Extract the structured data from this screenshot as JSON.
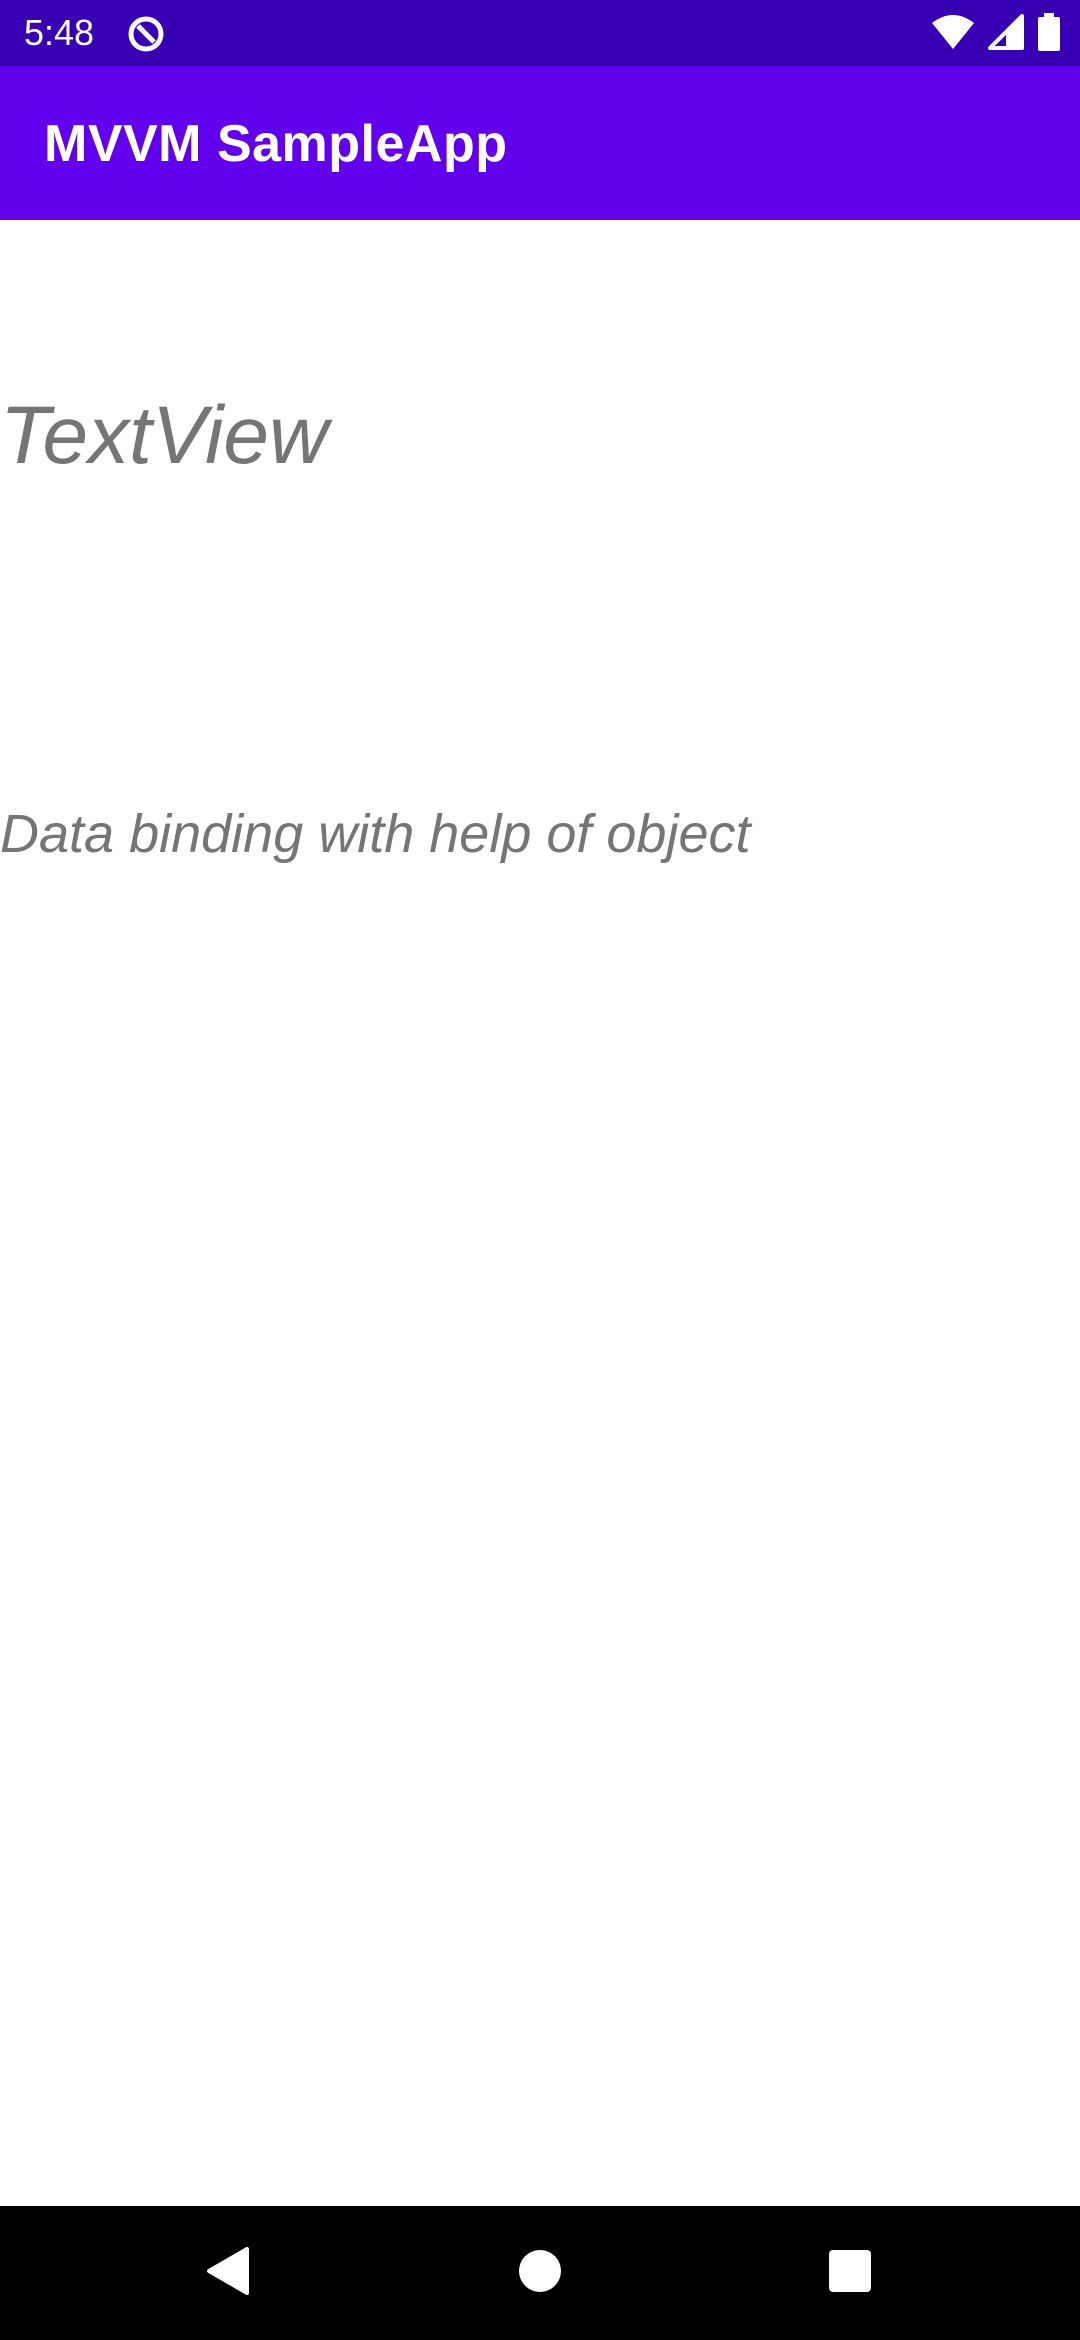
{
  "status_bar": {
    "time": "5:48",
    "background_color": "#3700B3",
    "icons": [
      "app-notification-icon",
      "wifi-icon",
      "signal-icon",
      "battery-icon"
    ]
  },
  "app_bar": {
    "title": "MVVM SampleApp",
    "background_color": "#6200EE"
  },
  "main": {
    "text_view": "TextView",
    "binding_text": "Data binding with help of object",
    "text_color": "#757575"
  },
  "navigation_bar": {
    "buttons": [
      "back-icon",
      "home-icon",
      "recents-icon"
    ]
  }
}
